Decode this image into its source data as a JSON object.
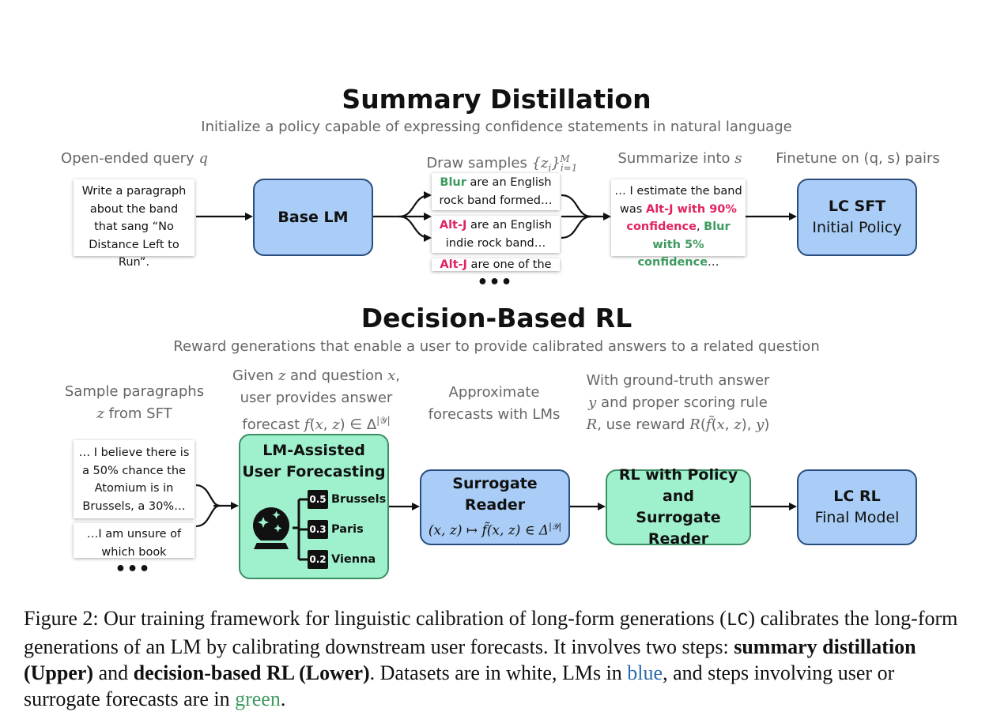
{
  "top": {
    "title": "Summary Distillation",
    "subtitle": "Initialize a policy capable of expressing confidence statements in natural language",
    "label_query": "Open-ended query",
    "label_query_var": "q",
    "label_draw": "Draw samples",
    "label_draw_math": "{z_i}_{i=1}^{M}",
    "label_summarize": "Summarize into",
    "label_summarize_var": "s",
    "label_finetune": "Finetune on (q, s) pairs",
    "query_text": "Write a paragraph about the band that sang “No Distance Left to Run”.",
    "base_lm": "Base LM",
    "sample1_name": "Blur",
    "sample1_rest": " are an English rock band formed…",
    "sample2_name": "Alt-J",
    "sample2_rest": " are an English indie rock band…",
    "sample3_name": "Alt-J",
    "sample3_rest": " are one of the",
    "summary_pre": "… I estimate the band was ",
    "summary_alt": "Alt-J with 90% confidence",
    "summary_comma": ", ",
    "summary_blur": "Blur with 5% confidence",
    "summary_end": "…",
    "lc_sft_title": "LC SFT",
    "lc_sft_sub": "Initial Policy",
    "ellipsis": "•••"
  },
  "bottom": {
    "title": "Decision-Based RL",
    "subtitle": "Reward generations that enable a user to provide calibrated answers to a related question",
    "label_sample_1": "Sample paragraphs",
    "label_sample_2": "z from SFT",
    "label_given_1": "Given z and question x,",
    "label_given_2": "user provides answer",
    "label_given_3": "forecast f(x, z) ∈ Δ^{|𝒴|}",
    "label_approx_1": "Approximate",
    "label_approx_2": "forecasts with LMs",
    "label_ground_1": "With ground-truth answer",
    "label_ground_2": "y and proper scoring rule",
    "label_ground_3": "R, use reward R(f̃(x, z), y)",
    "para1": "… I believe there is a 50% chance the Atomium is in Brussels, a 30%…",
    "para2": "…I am unsure of which book",
    "lm_assisted_1": "LM-Assisted",
    "lm_assisted_2": "User Forecasting",
    "forecasts": [
      {
        "p": "0.5",
        "city": "Brussels"
      },
      {
        "p": "0.3",
        "city": "Paris"
      },
      {
        "p": "0.2",
        "city": "Vienna"
      }
    ],
    "surrogate_title": "Surrogate Reader",
    "surrogate_math": "(x, z) ↦ f̃(x, z) ∈ Δ^{|𝒴|}",
    "rl_1": "RL with Policy and",
    "rl_2": "Surrogate Reader",
    "lc_rl_title": "LC RL",
    "lc_rl_sub": "Final Model",
    "ellipsis": "•••"
  },
  "caption": {
    "p1": "Figure 2: Our training framework for linguistic calibration of long-form generations (",
    "lc": "LC",
    "p2": ") calibrates the long-form generations of an LM by calibrating downstream user forecasts. It involves two steps: ",
    "b1": "summary distillation (Upper)",
    "p3": " and ",
    "b2": "decision-based RL (Lower)",
    "p4": ". Datasets are in white, LMs in ",
    "blue": "blue",
    "p5": ", and steps involving user or surrogate forecasts are in ",
    "green": "green",
    "p6": "."
  },
  "colors": {
    "lm_blue": "#a9cdf6",
    "forecast_green": "#9ff0cd",
    "alt_j_pink": "#e0245e",
    "blur_green": "#3e9a60"
  }
}
